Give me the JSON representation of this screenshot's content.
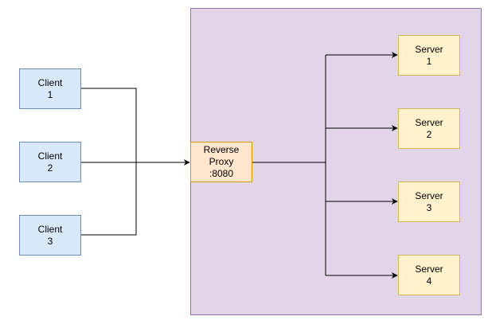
{
  "diagram": {
    "colors": {
      "region_fill": "#e1d5e7",
      "region_stroke": "#9673a6",
      "client_fill": "#dae8fc",
      "client_stroke": "#6c8ebf",
      "proxy_fill": "#ffe6cc",
      "proxy_stroke": "#d79b00",
      "server_fill": "#fff2cc",
      "server_stroke": "#d6b656",
      "edge": "#000000"
    },
    "clients": [
      {
        "label": "Client\n1"
      },
      {
        "label": "Client\n2"
      },
      {
        "label": "Client\n3"
      }
    ],
    "proxy": {
      "label": "Reverse\nProxy\n:8080"
    },
    "servers": [
      {
        "label": "Server\n1"
      },
      {
        "label": "Server\n2"
      },
      {
        "label": "Server\n3"
      },
      {
        "label": "Server\n4"
      }
    ],
    "edges": [
      {
        "from": "client-1",
        "to": "reverse-proxy"
      },
      {
        "from": "client-2",
        "to": "reverse-proxy"
      },
      {
        "from": "client-3",
        "to": "reverse-proxy"
      },
      {
        "from": "reverse-proxy",
        "to": "server-1"
      },
      {
        "from": "reverse-proxy",
        "to": "server-2"
      },
      {
        "from": "reverse-proxy",
        "to": "server-3"
      },
      {
        "from": "reverse-proxy",
        "to": "server-4"
      }
    ]
  }
}
